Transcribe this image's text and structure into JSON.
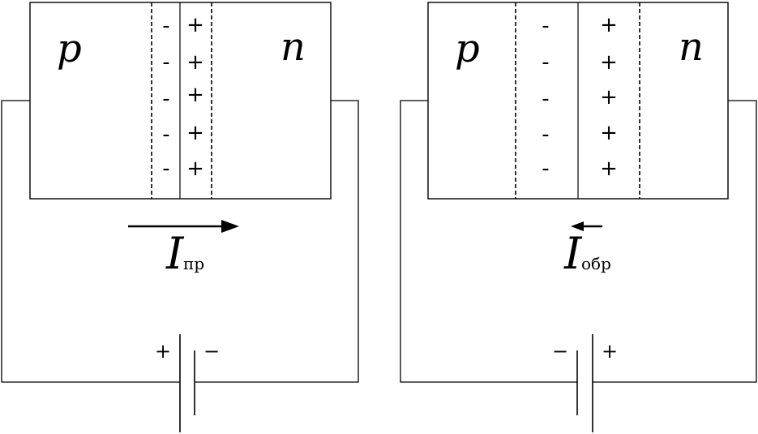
{
  "diagrams": [
    {
      "id": "forward",
      "p_label": "p",
      "n_label": "n",
      "depletion_negative": [
        "-",
        "-",
        "-",
        "-",
        "-"
      ],
      "depletion_positive": [
        "+",
        "+",
        "+",
        "+",
        "+"
      ],
      "current_symbol": "I",
      "current_subscript": "пр",
      "current_direction": "right",
      "battery_left_sign": "+",
      "battery_right_sign": "−"
    },
    {
      "id": "reverse",
      "p_label": "p",
      "n_label": "n",
      "depletion_negative": [
        "-",
        "-",
        "-",
        "-",
        "-"
      ],
      "depletion_positive": [
        "+",
        "+",
        "+",
        "+",
        "+"
      ],
      "current_symbol": "I",
      "current_subscript": "обр",
      "current_direction": "left",
      "battery_left_sign": "−",
      "battery_right_sign": "+"
    }
  ]
}
